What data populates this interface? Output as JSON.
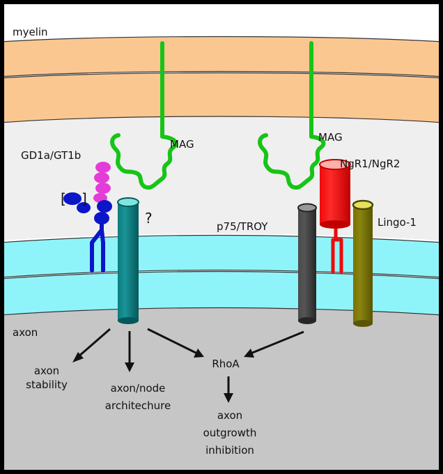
{
  "labels": {
    "myelin": "myelin",
    "axon": "axon",
    "mag_left": "MAG",
    "mag_right": "MAG",
    "gangliosides": "GD1a/GT1b",
    "bracket": "[",
    "bracket_close": "]",
    "unknown_receptor": "?",
    "ngr": "NgR1/NgR2",
    "p75": "p75/TROY",
    "lingo": "Lingo-1",
    "rhoa": "RhoA",
    "stability": [
      "axon",
      "stability"
    ],
    "architecture": [
      "axon/node",
      "architechure"
    ],
    "inhibition": [
      "axon",
      "outgrowth",
      "inhibition"
    ]
  },
  "colors": {
    "myelin": "#FBC791",
    "extracellular": "#EFEFEF",
    "membrane": "#8FF4FA",
    "axoplasm": "#C6C6C6",
    "mag": "#17C417",
    "ganglioside_head": "#E53BD9",
    "ganglioside_tail": "#0A16C8",
    "unknown_receptor": "#0B7C7E",
    "p75": "#3C3C3C",
    "ngr": "#EE0A0A",
    "lingo": "#787300"
  }
}
